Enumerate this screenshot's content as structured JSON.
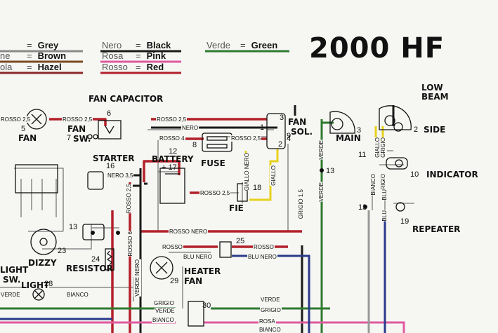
{
  "title": "2000 HF",
  "legend": [
    {
      "it": "",
      "en": "Grey"
    },
    {
      "it": "ne",
      "en": "Brown"
    },
    {
      "it": "ola",
      "en": "Hazel"
    },
    {
      "it": "Nero",
      "en": "Black"
    },
    {
      "it": "Rosa",
      "en": "Pink"
    },
    {
      "it": "Rosso",
      "en": "Red"
    },
    {
      "it": "Verde",
      "en": "Green"
    }
  ],
  "legend_eq": "=",
  "colors": {
    "red": "#b3202a",
    "black": "#1a1a1a",
    "green": "#2f7a2f",
    "pink": "#e05aa0",
    "yellow": "#e6d21e",
    "blue": "#2a3a8a",
    "grey": "#8a8a8a",
    "brown": "#7a4a22",
    "hazel": "#8b2a2a"
  },
  "components": {
    "fan": "FAN",
    "fan_num": "5",
    "fan_capacitor": "FAN CAPACITOR",
    "fan_capacitor_num": "6",
    "fan_sw": "FAN",
    "fan_sw2": "SW.",
    "fan_sw_num": "7",
    "starter": "STARTER",
    "starter_num": "16",
    "battery": "BATTERY",
    "battery_val": "+ 17",
    "fuse": "FUSE",
    "fuse_num": "8",
    "fie": "FIE",
    "fie_num": "18",
    "fan_sol": "FAN",
    "fan_sol2": "SOL.",
    "fan_sol_num": "9",
    "main": "MAIN",
    "main_num": "3",
    "low_beam": "LOW",
    "low_beam2": "BEAM",
    "side": "SIDE",
    "side_num": "2",
    "indicator": "INDICATOR",
    "indicator_num": "10",
    "repeater": "REPEATER",
    "repeater_num": "19",
    "dizzy": "DIZZY",
    "dizzy_num": "23",
    "resistor": "RESISTOR",
    "resistor_num": "24",
    "heater_fan": "HEATER",
    "heater_fan2": "FAN",
    "heater_num": "29",
    "light_sw": "LIGHT",
    "light_sw2": "SW.",
    "light": "LIGHT",
    "light_num": "28",
    "relay_num": "25",
    "conn_num": "30",
    "n13a": "13",
    "n13b": "13",
    "n13c": "13",
    "n11": "11",
    "n4": "4",
    "n1": "1",
    "n3": "3",
    "n2": "2",
    "n12": "12"
  },
  "wires": {
    "rosso25": "ROSSO 2,5",
    "nero": "NERO",
    "rosso4": "ROSSO 4",
    "nero35": "NERO 3,5",
    "rosso_nero": "ROSSO NERO",
    "rosso": "ROSSO",
    "blu_nero": "BLU NERO",
    "verde": "VERDE",
    "grigio": "GRIGIO",
    "bianco": "BIANCO",
    "rosa": "ROSA",
    "giallo": "GIALLO",
    "giallonero": "GIALLO NERO",
    "grigio15": "GRIGIO 1,5",
    "rosso6": "ROSSO 6",
    "verde_nero": "VERDE NERO",
    "blu": "BLU",
    "bianco_v": "BIANCO"
  }
}
